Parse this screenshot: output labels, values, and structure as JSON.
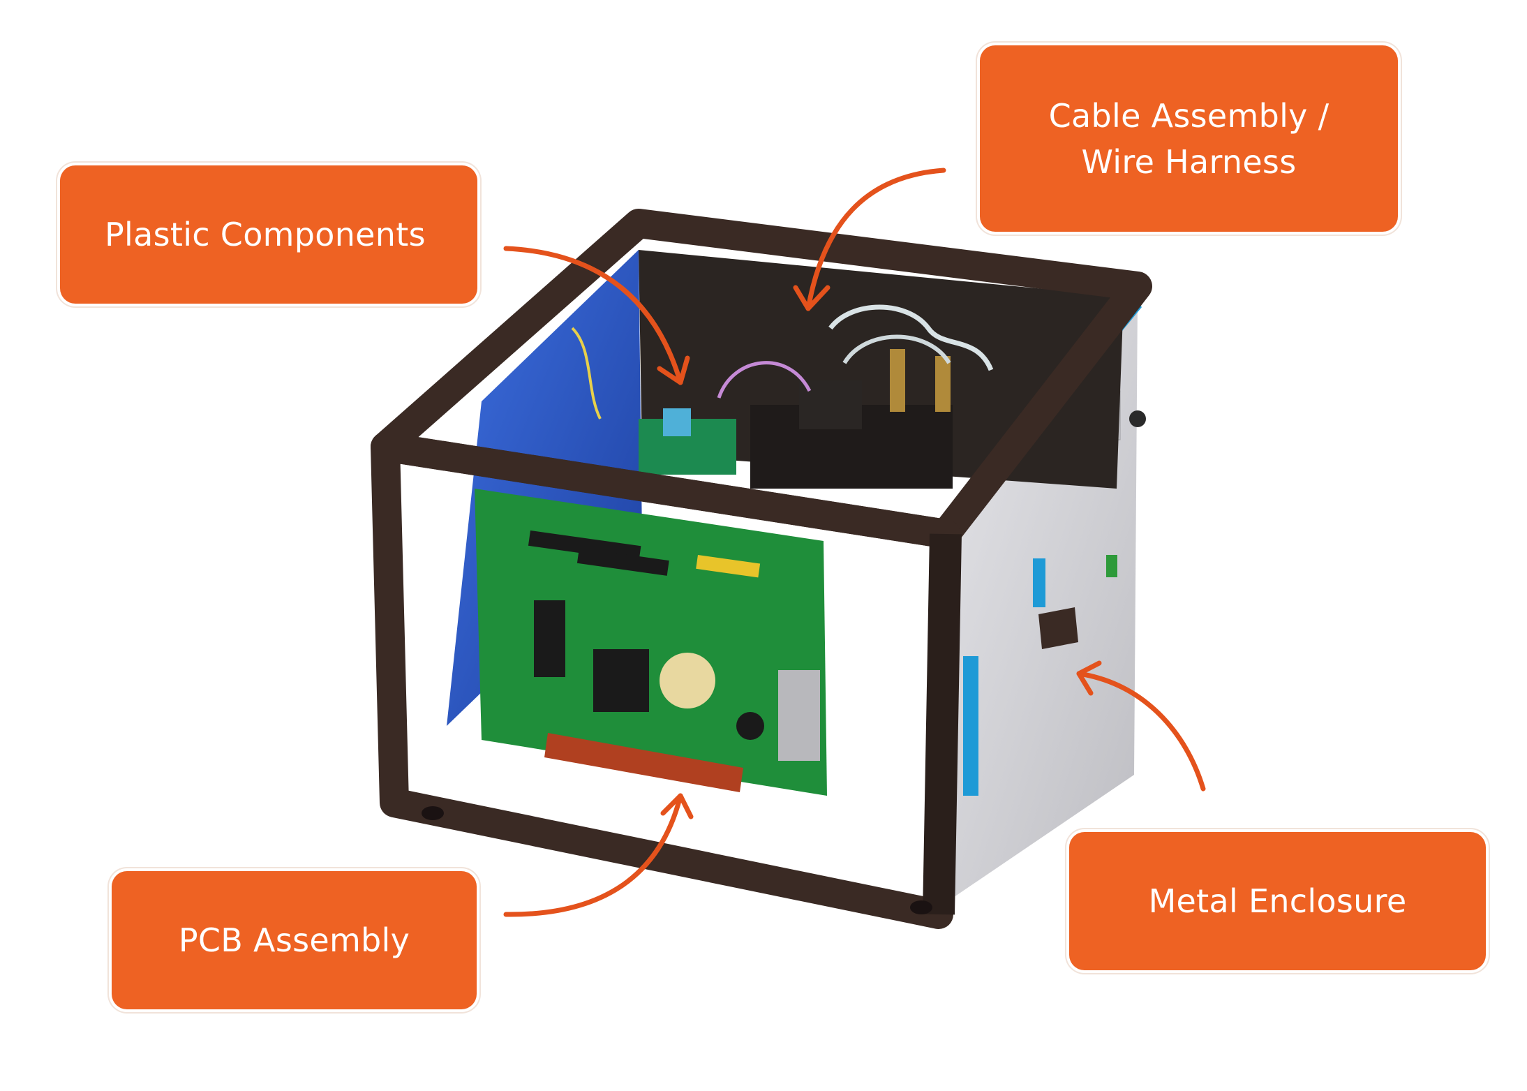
{
  "colors": {
    "callout_fill": "#ee6223",
    "arrow": "#e4521c",
    "frame": "#3a2a24",
    "panel_blue": "#2f5fd0",
    "side_panel": "#d8d8dc",
    "side_trim": "#1e9ad6",
    "pcb_green": "#1f8e3a"
  },
  "callouts": {
    "plastic": {
      "label": "Plastic Components"
    },
    "cable": {
      "line1": "Cable Assembly /",
      "line2": "Wire Harness"
    },
    "pcb": {
      "label": "PCB Assembly"
    },
    "metal": {
      "label": "Metal Enclosure"
    }
  },
  "icons": [
    "arrow-curved",
    "arrowhead"
  ]
}
